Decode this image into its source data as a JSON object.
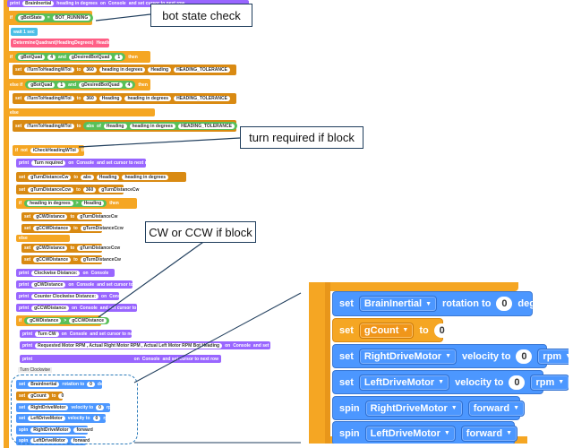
{
  "callouts": {
    "bot_state": "bot state check",
    "turn_required": "turn required if block",
    "cw_ccw": "CW or CCW if block"
  },
  "code": {
    "top_print": "print",
    "top_var": "BrainInertial",
    "top_heading": "heading in degrees",
    "top_on": "on",
    "top_console": "Console",
    "top_set_cursor": "and set cursor to next row",
    "if1": "if",
    "if1_var": "gBotState",
    "eq": "=",
    "if1_state": "BOT_RUNNING",
    "then": "then",
    "wait_one": "wait 1 sec",
    "desired": "DetermineQuadrant(HeadingDegrees)",
    "desired_suffix": "Heading",
    "if2": "if",
    "q_cur": "gBotQuad",
    "q4": "4",
    "and": "and",
    "q_des": "gDesiredBotQuad",
    "q1": "1",
    "set": "set",
    "turn_var": "iTurnToHeadingWTol",
    "to": "to",
    "n360": "360",
    "heading_deg": "heading in degrees",
    "heading": "Heading",
    "tol": "HEADING_TOLERANCE",
    "else_if": "else if",
    "else": "else",
    "abs": "abs",
    "of": "of",
    "if3": "if",
    "not": "not",
    "check_turn": "iCheckHeadingWTol",
    "print": "print",
    "turn_req": "Turn required",
    "on": "on",
    "console": "Console",
    "cursor": "and set cursor to next row",
    "cw_var": "gTurnDistanceCw",
    "ccw_var": "gTurnDistanceCcw",
    "greater": ">",
    "g_cw": "gCWDistance",
    "g_ccw": "gCCWDistance",
    "cw_dist": "Clockwise Distance:",
    "ccw_dist": "Counter Clockwise Distance:",
    "turn_cw": "Turn CW",
    "req_motor": "Requested Motor RPM , Actual Right Motor RPM , Actual Left Motor RPM Bot Heading",
    "turn_clockwise": "Turn Clockwise",
    "rotation_to": "rotation to",
    "degrees": "degrees",
    "zero": "0",
    "g_count": "gCount",
    "right_motor": "RightDriveMotor",
    "left_motor": "LeftDriveMotor",
    "velocity_to": "velocity to",
    "rpm": "rpm",
    "spin": "spin",
    "forward": "forward"
  },
  "zoom": {
    "set1": "set",
    "inertial": "BrainInertial",
    "rotation_to": "rotation to",
    "rot_val": "0",
    "degrees": "degrees",
    "set2": "set",
    "g_count": "gCount",
    "to": "to",
    "count_val": "0",
    "set3": "set",
    "right": "RightDriveMotor",
    "velocity_to": "velocity to",
    "vel1": "0",
    "rpm1": "rpm",
    "set4": "set",
    "left": "LeftDriveMotor",
    "vel2": "0",
    "rpm2": "rpm",
    "spin1": "spin",
    "spin2": "spin",
    "forward1": "forward",
    "forward2": "forward"
  },
  "colors": {
    "orange": "#f5a623",
    "blue": "#4c97ff",
    "purple": "#9966ff",
    "callout_border": "#1f3d5c"
  }
}
